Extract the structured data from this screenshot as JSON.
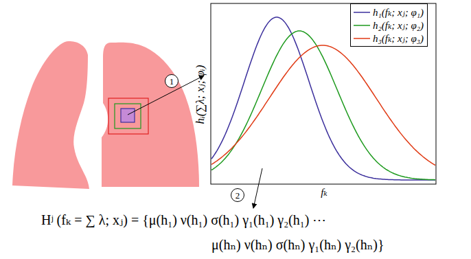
{
  "diagram": {
    "nodes": [
      {
        "text": [
          "1"
        ]
      },
      {
        "text": [
          "2"
        ]
      }
    ],
    "labels": [
      "hᵢ(∑λ; xⱼ; φᵢ)",
      "fₖ",
      "Hʲ (fₖ = ∑ λ; xⱼ) = {μ(h₁) ν(h₁) σ(h₁) γ₁(h₁) γ₂(h₁) ⋯",
      "μ(hₙ) ν(hₙ) σ(hₙ) γ₁(hₙ) γ₂(hₙ)}"
    ],
    "legend": [
      {
        "text": "h₁(fₖ; xⱼ; φ₁)"
      },
      {
        "text": "h₂(fₖ; xⱼ; φ₂)"
      },
      {
        "text": "h₃(fₖ; xⱼ; φ₃)"
      }
    ]
  }
}
